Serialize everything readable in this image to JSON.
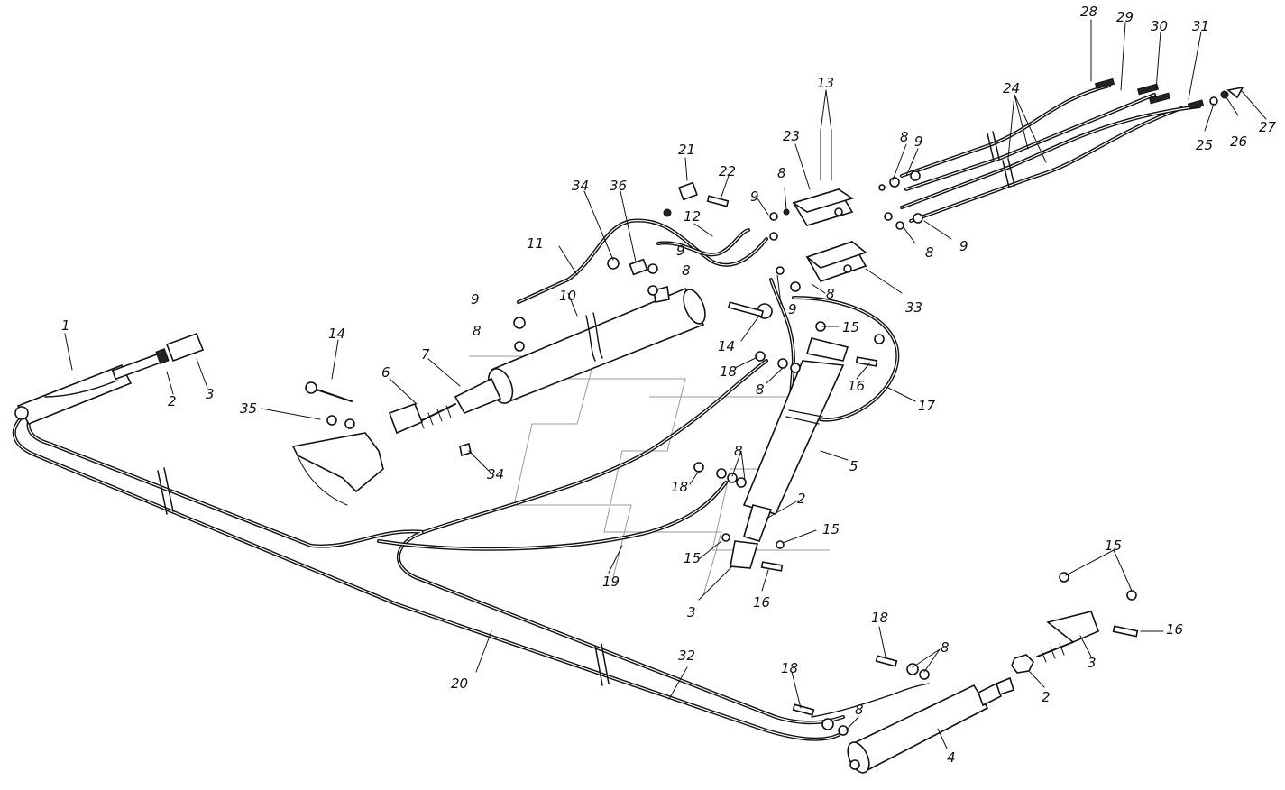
{
  "callouts": [
    {
      "id": "1",
      "text": "1"
    },
    {
      "id": "2a",
      "text": "2"
    },
    {
      "id": "3a",
      "text": "3"
    },
    {
      "id": "4",
      "text": "4"
    },
    {
      "id": "5",
      "text": "5"
    },
    {
      "id": "6",
      "text": "6"
    },
    {
      "id": "7",
      "text": "7"
    },
    {
      "id": "8a",
      "text": "8"
    },
    {
      "id": "8b",
      "text": "8"
    },
    {
      "id": "8c",
      "text": "8"
    },
    {
      "id": "8d",
      "text": "8"
    },
    {
      "id": "8e",
      "text": "8"
    },
    {
      "id": "8f",
      "text": "8"
    },
    {
      "id": "8g",
      "text": "8"
    },
    {
      "id": "8h",
      "text": "8"
    },
    {
      "id": "8i",
      "text": "8"
    },
    {
      "id": "8j",
      "text": "8"
    },
    {
      "id": "9a",
      "text": "9"
    },
    {
      "id": "9b",
      "text": "9"
    },
    {
      "id": "9c",
      "text": "9"
    },
    {
      "id": "9d",
      "text": "9"
    },
    {
      "id": "9e",
      "text": "9"
    },
    {
      "id": "9f",
      "text": "9"
    },
    {
      "id": "10",
      "text": "10"
    },
    {
      "id": "11",
      "text": "11"
    },
    {
      "id": "12",
      "text": "12"
    },
    {
      "id": "13",
      "text": "13"
    },
    {
      "id": "14a",
      "text": "14"
    },
    {
      "id": "14b",
      "text": "14"
    },
    {
      "id": "15a",
      "text": "15"
    },
    {
      "id": "15b",
      "text": "15"
    },
    {
      "id": "15c",
      "text": "15"
    },
    {
      "id": "15d",
      "text": "15"
    },
    {
      "id": "16a",
      "text": "16"
    },
    {
      "id": "16b",
      "text": "16"
    },
    {
      "id": "16c",
      "text": "16"
    },
    {
      "id": "17",
      "text": "17"
    },
    {
      "id": "18a",
      "text": "18"
    },
    {
      "id": "18b",
      "text": "18"
    },
    {
      "id": "18c",
      "text": "18"
    },
    {
      "id": "18d",
      "text": "18"
    },
    {
      "id": "19",
      "text": "19"
    },
    {
      "id": "20",
      "text": "20"
    },
    {
      "id": "21",
      "text": "21"
    },
    {
      "id": "22",
      "text": "22"
    },
    {
      "id": "23",
      "text": "23"
    },
    {
      "id": "24",
      "text": "24"
    },
    {
      "id": "25",
      "text": "25"
    },
    {
      "id": "26",
      "text": "26"
    },
    {
      "id": "27",
      "text": "27"
    },
    {
      "id": "28",
      "text": "28"
    },
    {
      "id": "29",
      "text": "29"
    },
    {
      "id": "30",
      "text": "30"
    },
    {
      "id": "31",
      "text": "31"
    },
    {
      "id": "32",
      "text": "32"
    },
    {
      "id": "33",
      "text": "33"
    },
    {
      "id": "34a",
      "text": "34"
    },
    {
      "id": "34b",
      "text": "34"
    },
    {
      "id": "35",
      "text": "35"
    },
    {
      "id": "36",
      "text": "36"
    },
    {
      "id": "2b",
      "text": "2"
    },
    {
      "id": "3b",
      "text": "3"
    },
    {
      "id": "2c",
      "text": "2"
    },
    {
      "id": "3c",
      "text": "3"
    }
  ]
}
